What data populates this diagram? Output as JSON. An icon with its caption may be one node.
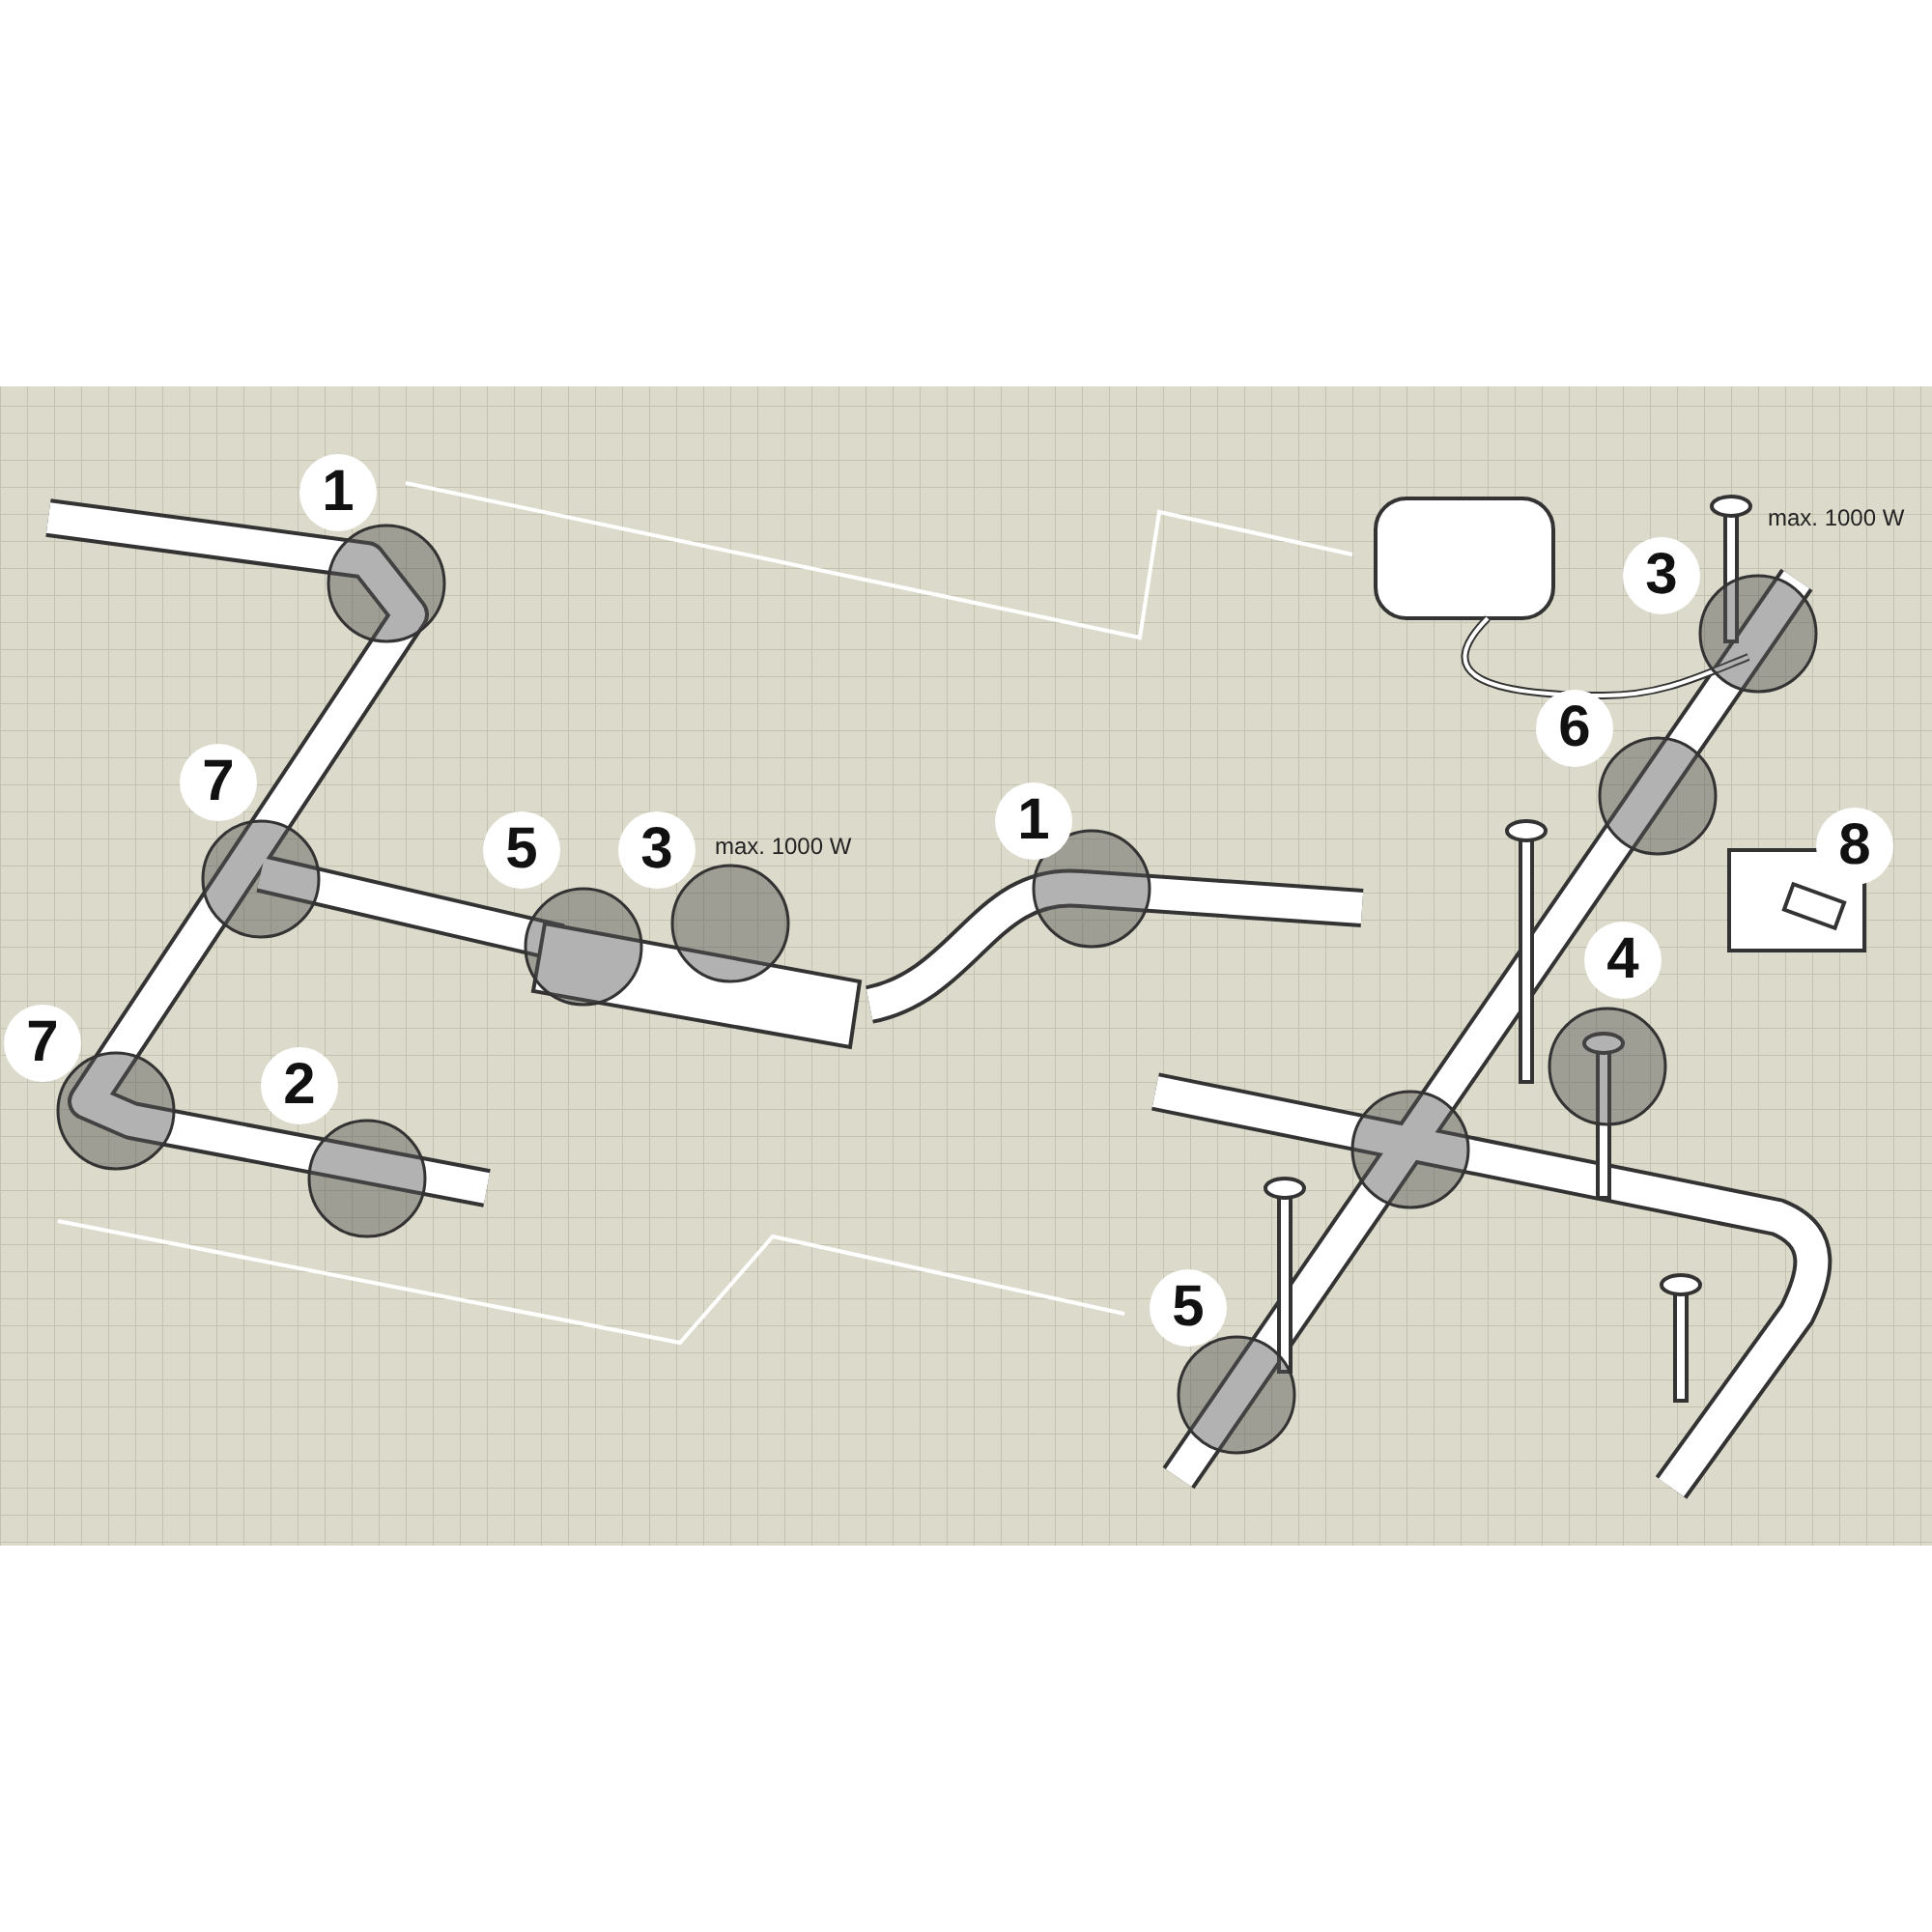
{
  "diagram": {
    "labels": [
      "1",
      "max. 1000 W",
      "3",
      "6",
      "7",
      "1",
      "5",
      "3",
      "max. 1000 W",
      "8",
      "4",
      "7",
      "2",
      "5"
    ]
  }
}
